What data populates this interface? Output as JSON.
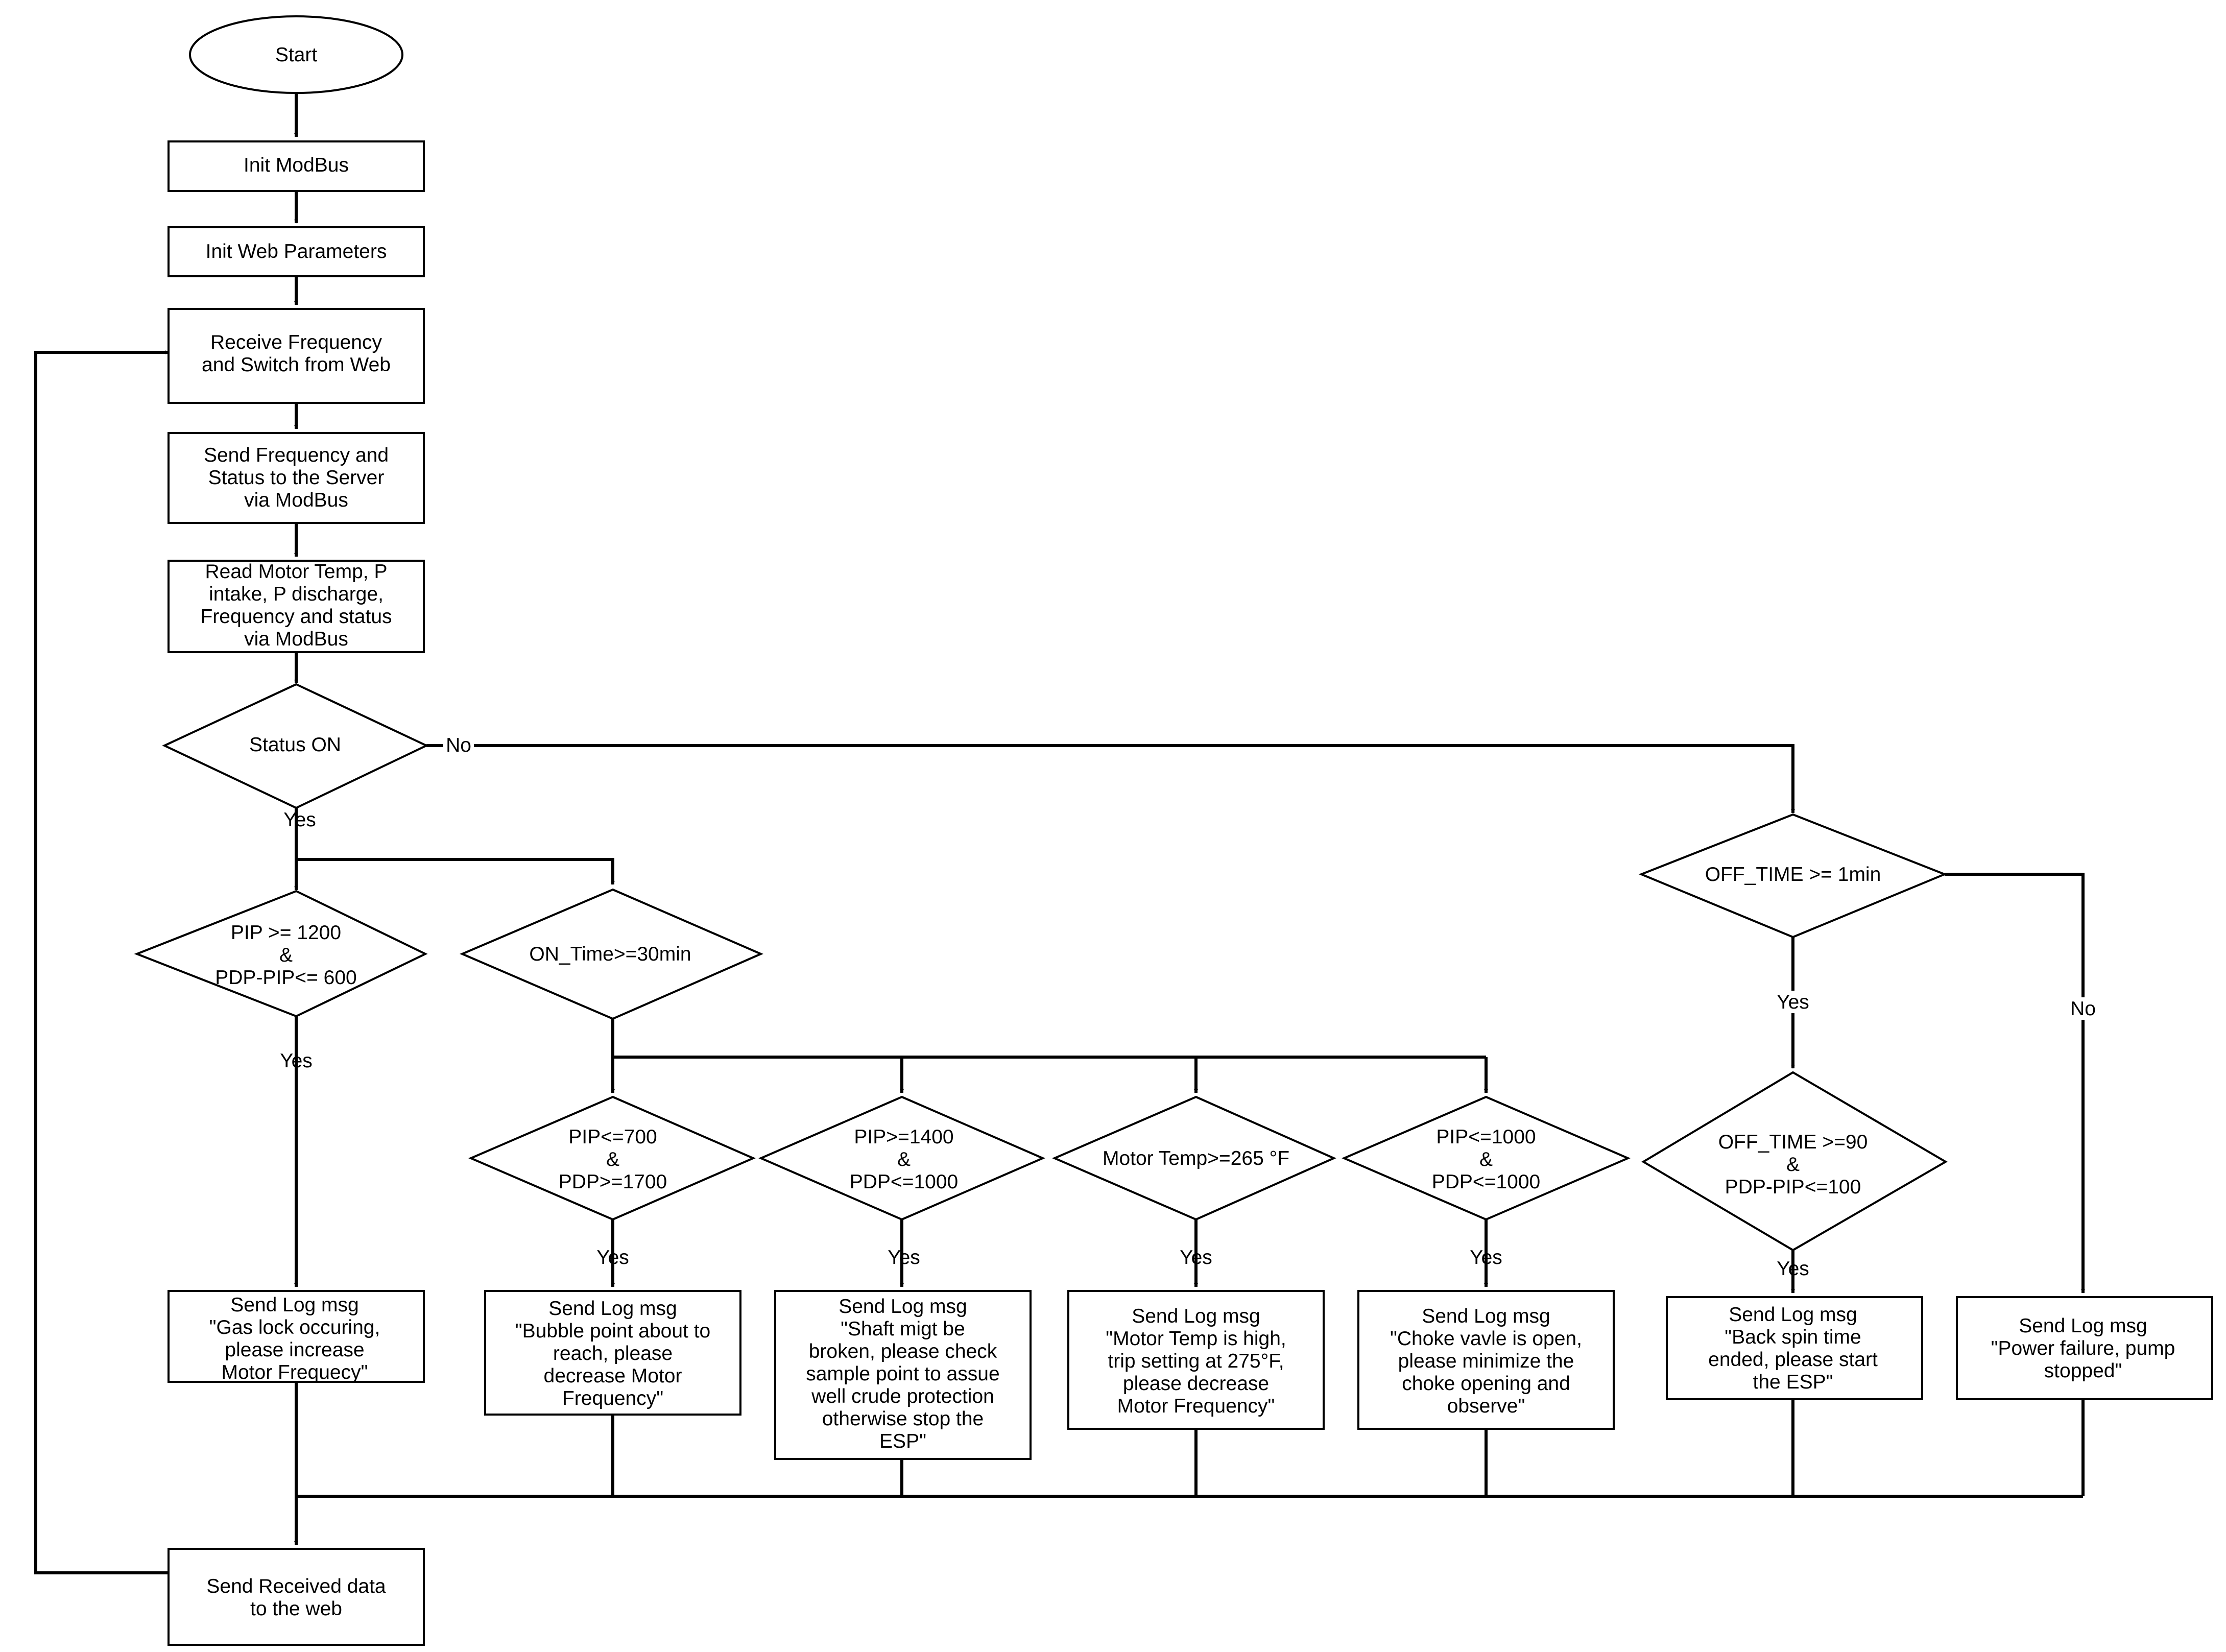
{
  "nodes": {
    "start": [
      "Start"
    ],
    "init_modbus": [
      "Init ModBus"
    ],
    "init_web": [
      "Init Web Parameters"
    ],
    "receive": [
      "Receive Frequency",
      "and Switch from Web"
    ],
    "send_freq": [
      "Send Frequency and",
      "Status to the Server",
      "via ModBus"
    ],
    "read_motor": [
      "Read Motor Temp, P",
      "intake, P discharge,",
      "Frequency and status",
      "via ModBus"
    ],
    "status_on": [
      "Status ON"
    ],
    "pip_1200": [
      "PIP >= 1200",
      "&",
      "PDP-PIP<= 600"
    ],
    "on_time": [
      "ON_Time>=30min"
    ],
    "pip_700": [
      "PIP<=700",
      "&",
      "PDP>=1700"
    ],
    "pip_1400": [
      "PIP>=1400",
      "&",
      "PDP<=1000"
    ],
    "motor_temp": [
      "Motor Temp>=265 °F"
    ],
    "pip_1000": [
      "PIP<=1000",
      "&",
      "PDP<=1000"
    ],
    "off_time_1": [
      "OFF_TIME >= 1min"
    ],
    "off_time_90": [
      "OFF_TIME >=90",
      "&",
      "PDP-PIP<=100"
    ],
    "log_gas": [
      "Send Log msg",
      "\"Gas lock occuring,",
      "please increase",
      "Motor Frequecy\""
    ],
    "log_bubble": [
      "Send Log msg",
      "\"Bubble point about to",
      "reach, please",
      "decrease Motor",
      "Frequency\""
    ],
    "log_shaft": [
      "Send Log msg",
      "\"Shaft migt be",
      "broken, please check",
      "sample point to assue",
      "well crude protection",
      "otherwise stop the",
      "ESP\""
    ],
    "log_motor": [
      "Send Log msg",
      "\"Motor Temp is high,",
      "trip setting at 275°F,",
      "please decrease",
      "Motor Frequency\""
    ],
    "log_choke": [
      "Send Log msg",
      "\"Choke vavle is open,",
      "please minimize the",
      "choke opening and",
      "observe\""
    ],
    "log_backspin": [
      "Send Log msg",
      "\"Back spin time",
      "ended, please start",
      "the ESP\""
    ],
    "log_power": [
      "Send Log msg",
      "\"Power failure, pump",
      "stopped\""
    ],
    "send_received": [
      "Send Received data",
      "to the web"
    ]
  },
  "edge_labels": {
    "status_no": "No",
    "status_yes": "Yes",
    "pip1200_yes": "Yes",
    "off1_yes": "Yes",
    "off1_no": "No",
    "pip700_yes": "Yes",
    "pip1400_yes": "Yes",
    "motor_yes": "Yes",
    "pip1000_yes": "Yes",
    "off90_yes": "Yes"
  }
}
